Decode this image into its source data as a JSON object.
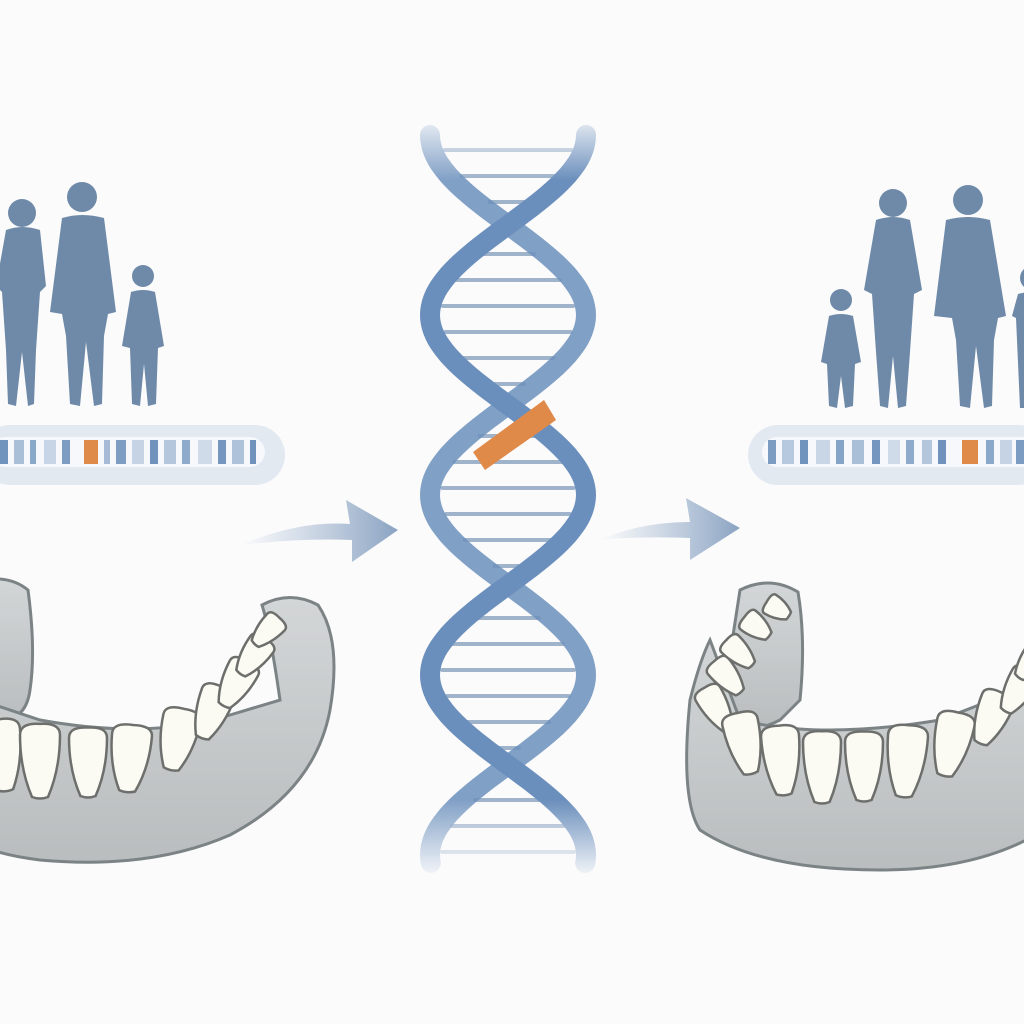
{
  "illustration": {
    "panels": [
      {
        "id": "left",
        "family_members": [
          "woman",
          "man",
          "child"
        ],
        "chromosome_highlighted": true,
        "jaw_teeth_visible": true
      },
      {
        "id": "right",
        "family_members": [
          "child",
          "woman",
          "man",
          "adult-partial"
        ],
        "chromosome_highlighted": true,
        "jaw_teeth_visible": true
      }
    ],
    "center": {
      "element": "dna-double-helix",
      "highlighted_segment": true
    },
    "flow_arrows": 2
  },
  "colors": {
    "silhouette": "#6f8aa8",
    "helix": "#6b8fbc",
    "rung": "#9fb3cb",
    "highlight": "#e08a4a",
    "gum": "#c7cbcc",
    "gum_stroke": "#7c8385",
    "tooth": "#fbfaf3",
    "tooth_stroke": "#6d6f6c",
    "chromosome_frame": "#e3e9f1",
    "arrow": "#9db2cc"
  }
}
